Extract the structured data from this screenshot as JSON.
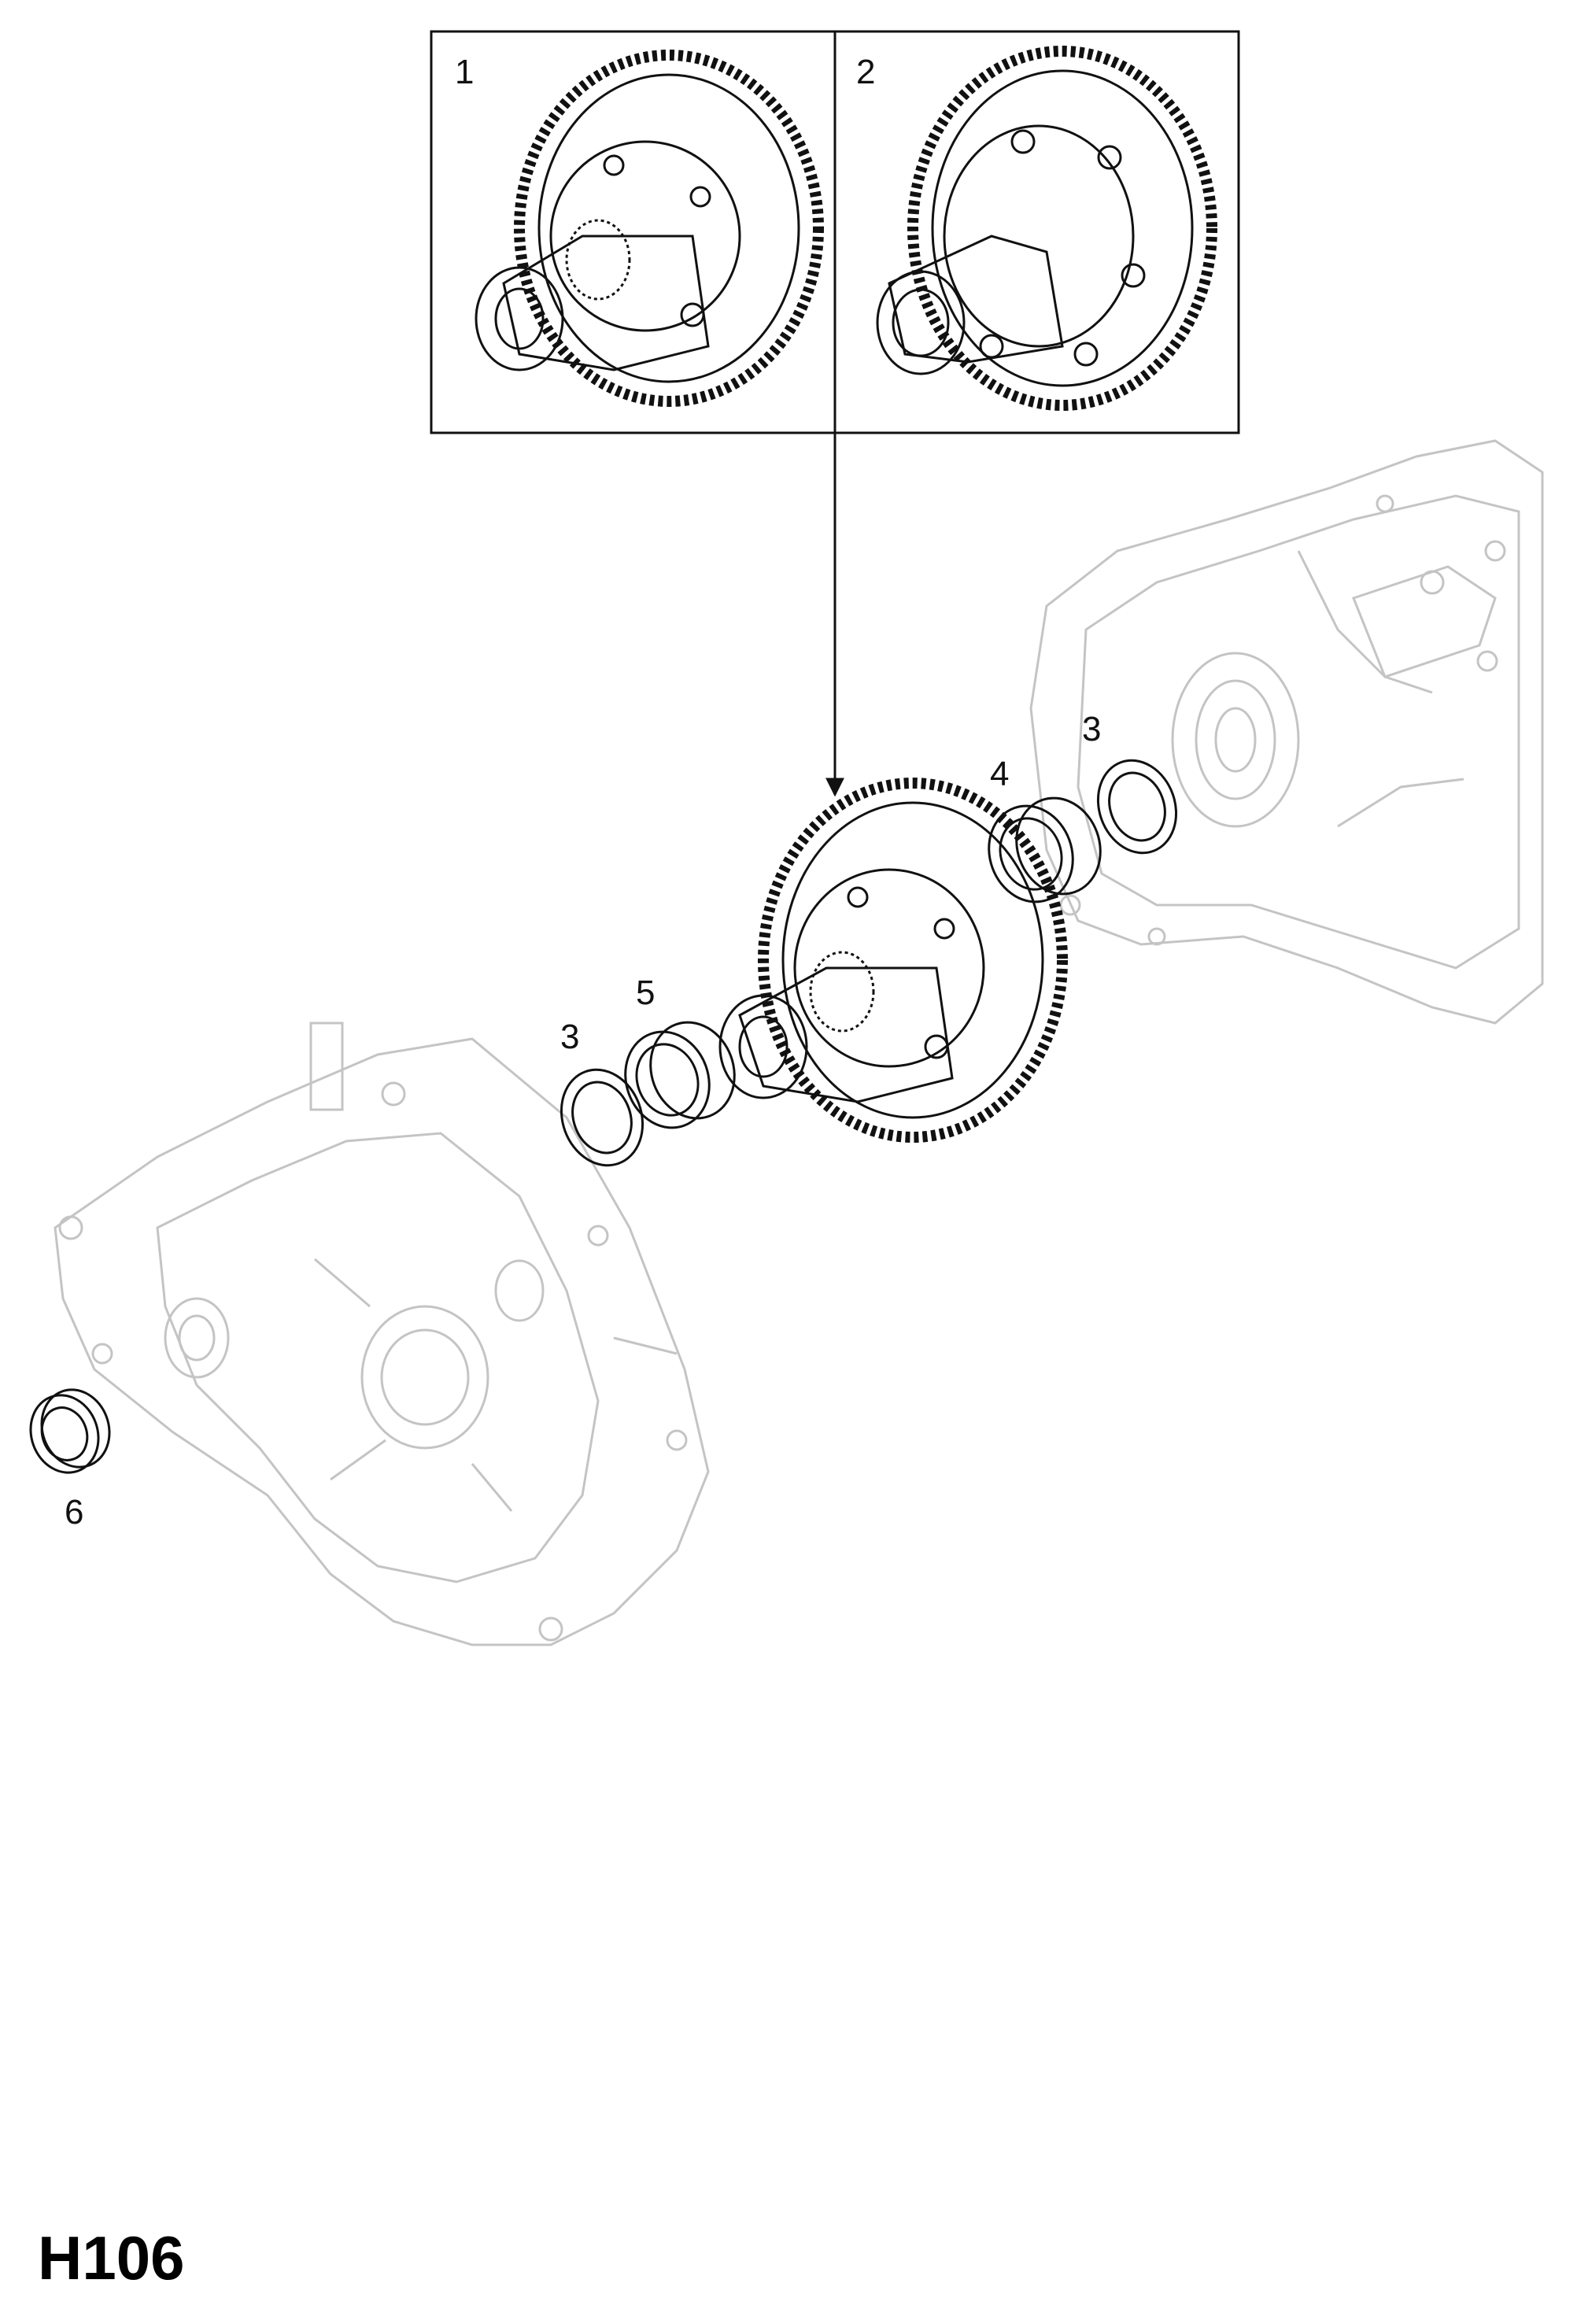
{
  "figure": {
    "code": "H106",
    "callouts": {
      "inset_left": "1",
      "inset_right": "2",
      "ring_left_small": "3",
      "bearing_left": "5",
      "bearing_right": "4",
      "ring_right_small": "3",
      "seal": "6"
    }
  },
  "colors": {
    "line": "#111111",
    "ghost_housing": "#c4c4c4",
    "background": "#ffffff"
  }
}
